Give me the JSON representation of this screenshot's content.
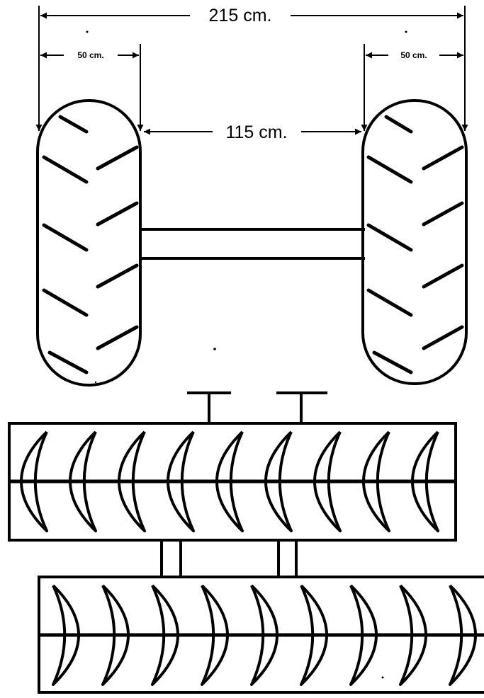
{
  "dimensions": {
    "overall_width": "215 cm.",
    "left_tire_width": "50 cm.",
    "right_tire_width": "50 cm.",
    "gap_between_tires": "115 cm."
  },
  "tractor": {
    "tire_count": 2,
    "tread_lugs_per_side": 5
  },
  "disc_harrow": {
    "front_gang_discs": 9,
    "rear_gang_discs": 9,
    "front_gang_concave": "left",
    "rear_gang_concave": "right"
  }
}
